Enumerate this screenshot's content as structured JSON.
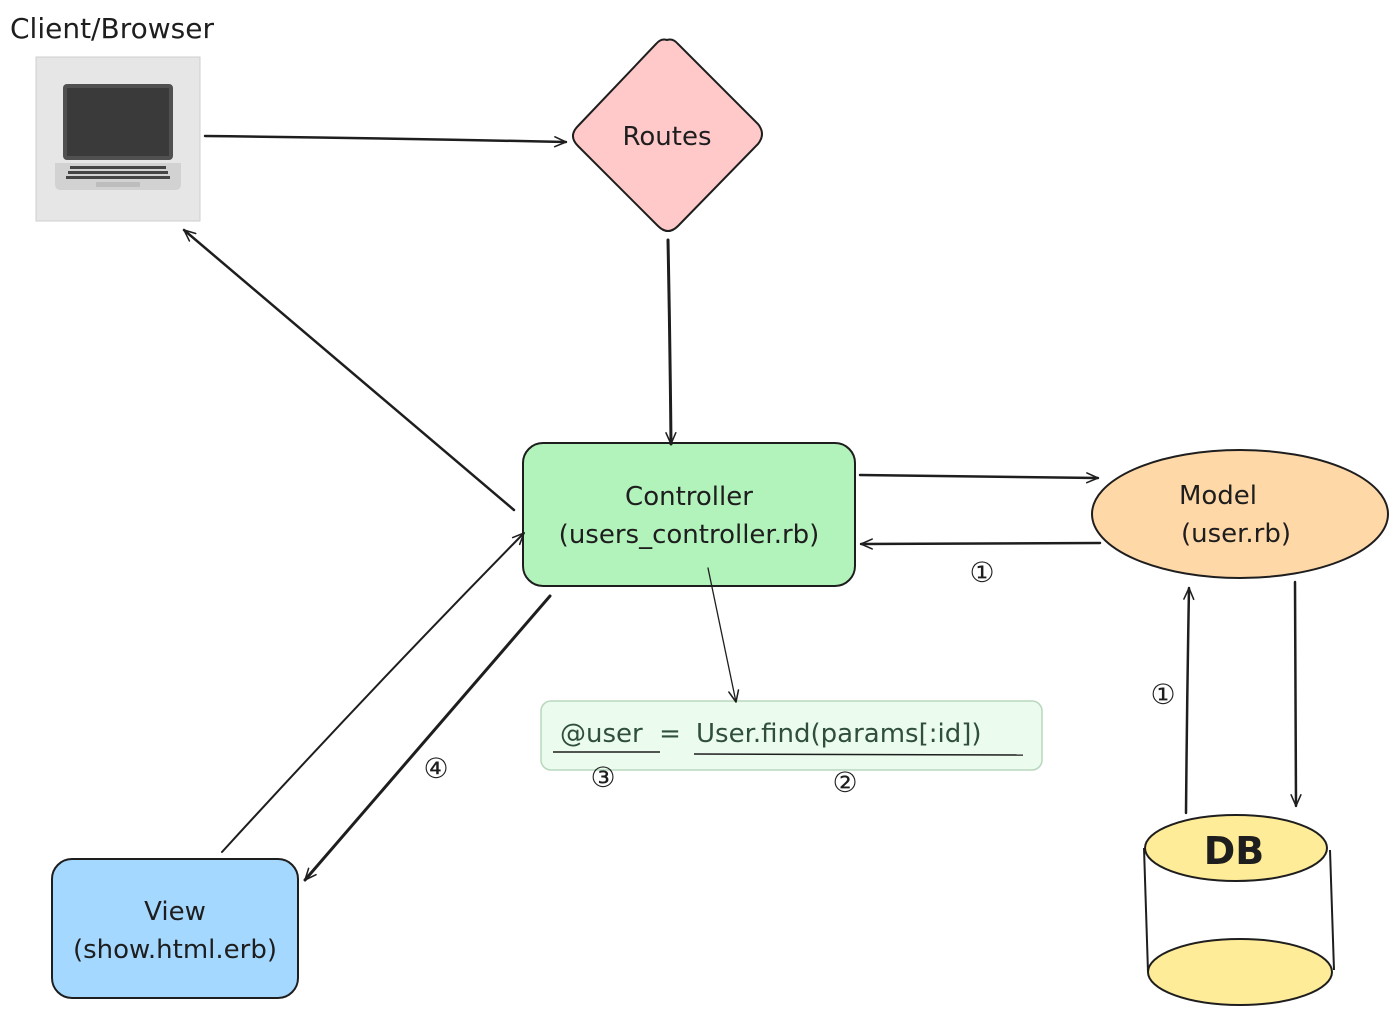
{
  "client": {
    "title": "Client/Browser",
    "icon": "laptop-icon"
  },
  "routes": {
    "label": "Routes",
    "color": "#ffc9c9"
  },
  "controller": {
    "line1": "Controller",
    "line2": "(users_controller.rb)",
    "color": "#b2f2bb"
  },
  "model": {
    "line1": "Model",
    "line2": "(user.rb)",
    "color": "#ffd8a8"
  },
  "view": {
    "line1": "View",
    "line2": "(show.html.erb)",
    "color": "#a5d8ff"
  },
  "db": {
    "label": "DB",
    "color": "#ffec99"
  },
  "code": {
    "lhs": "@user",
    "eq": "=",
    "rhs": "User.find(params[:id])",
    "color": "#ebfbee"
  },
  "markers": {
    "model_to_controller": "①",
    "db_to_model": "①",
    "rhs_marker": "②",
    "lhs_marker": "③",
    "controller_to_view": "④"
  }
}
